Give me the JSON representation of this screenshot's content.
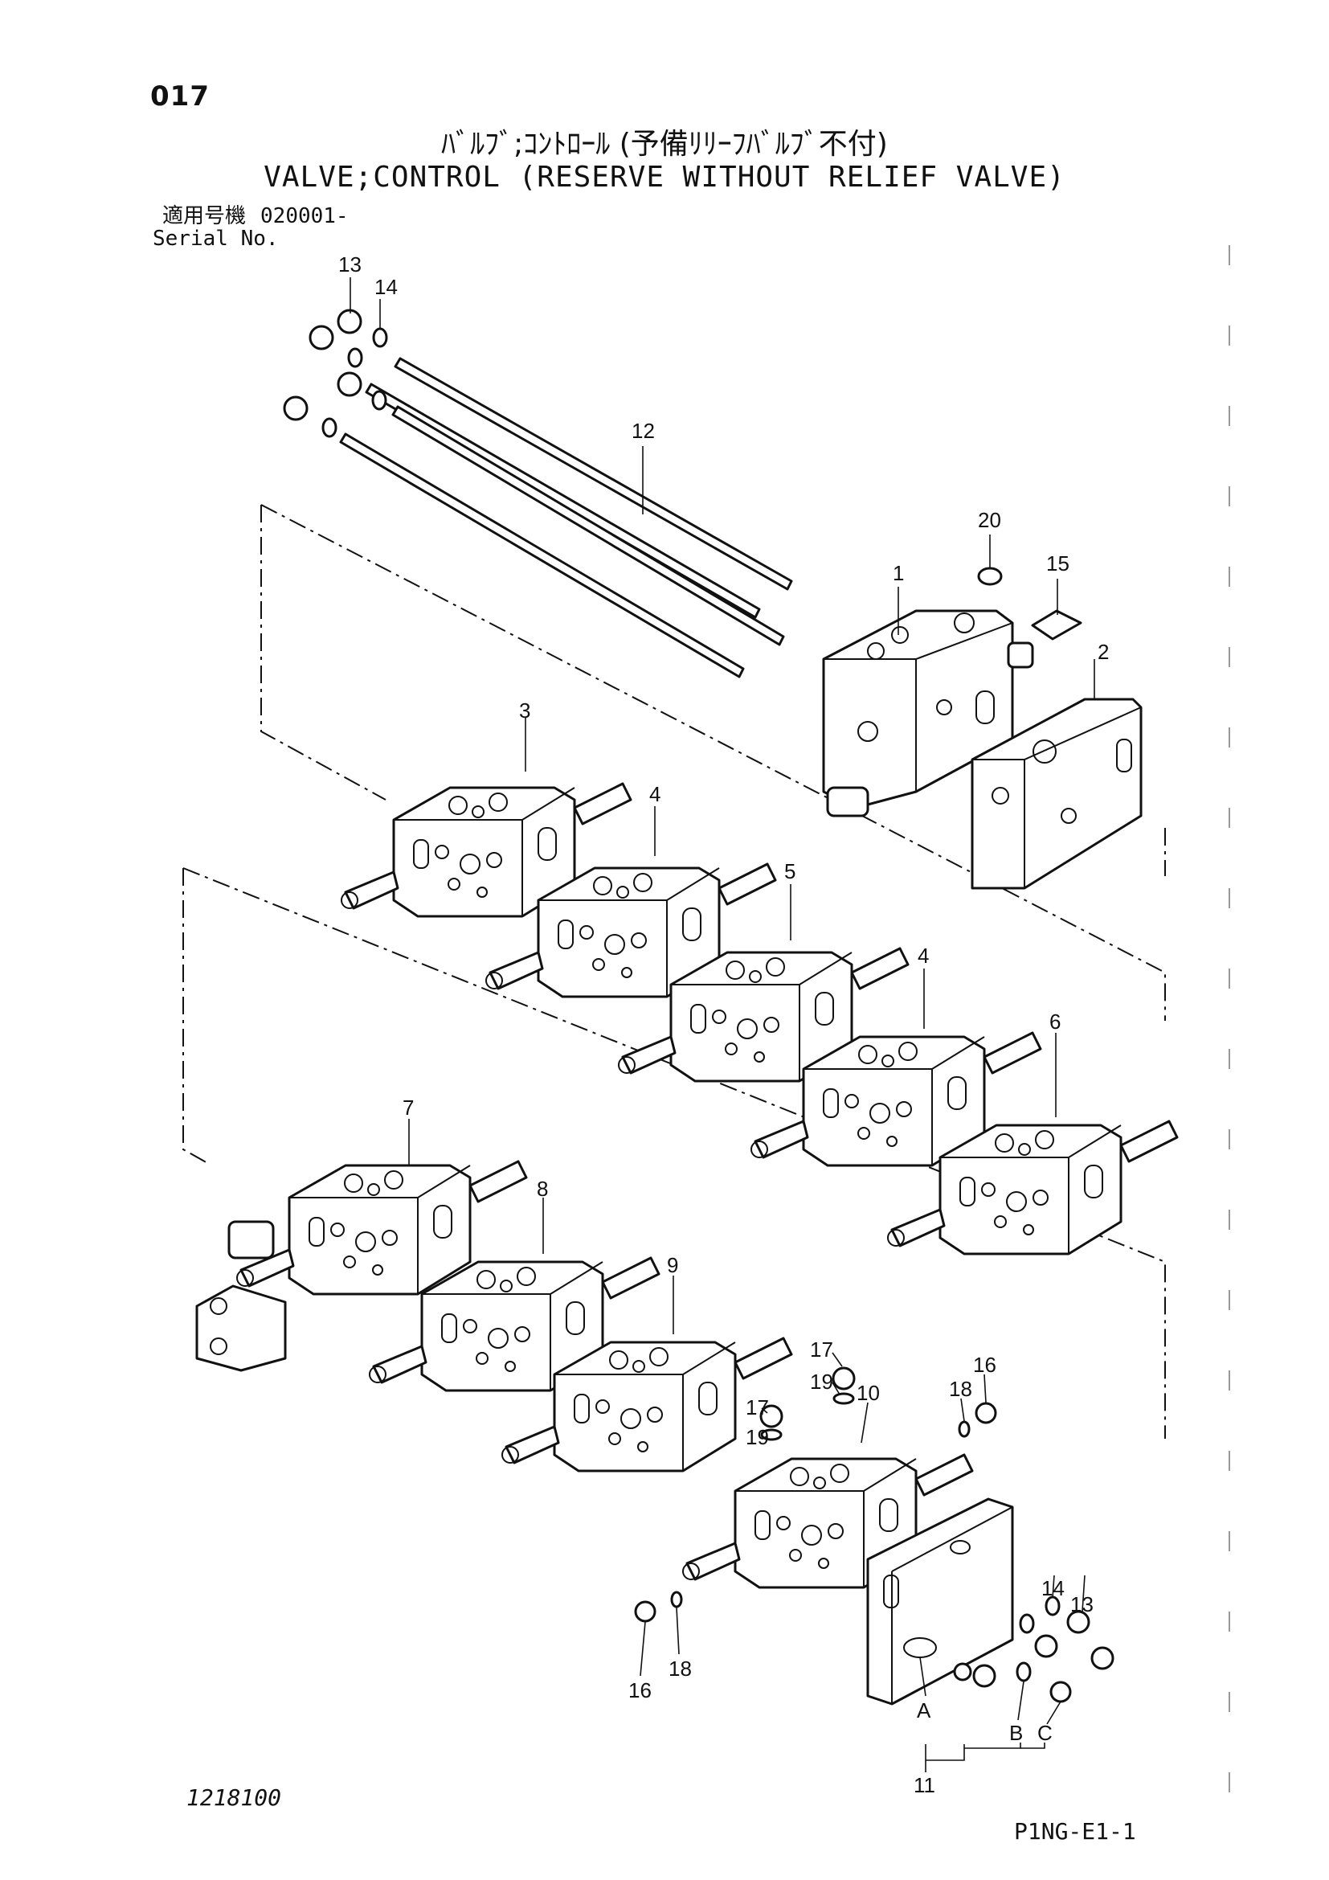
{
  "header": {
    "page_number": "017",
    "title_jp": "ﾊﾞﾙﾌﾞ;ｺﾝﾄﾛｰﾙ (予備ﾘﾘｰﾌﾊﾞﾙﾌﾞ不付)",
    "title_en": "VALVE;CONTROL (RESERVE WITHOUT RELIEF VALVE)",
    "serial_label_jp": "適用号機",
    "serial_value": "020001-",
    "serial_label_en": "Serial No."
  },
  "callouts": [
    "13",
    "14",
    "12",
    "20",
    "1",
    "15",
    "2",
    "3",
    "4",
    "5",
    "4",
    "6",
    "7",
    "8",
    "9",
    "17",
    "19",
    "10",
    "17",
    "19",
    "18",
    "16",
    "14",
    "13",
    "16",
    "18",
    "A",
    "B",
    "C",
    "11"
  ],
  "footer": {
    "drawing_number": "1218100",
    "page_code": "P1NG-E1-1"
  }
}
